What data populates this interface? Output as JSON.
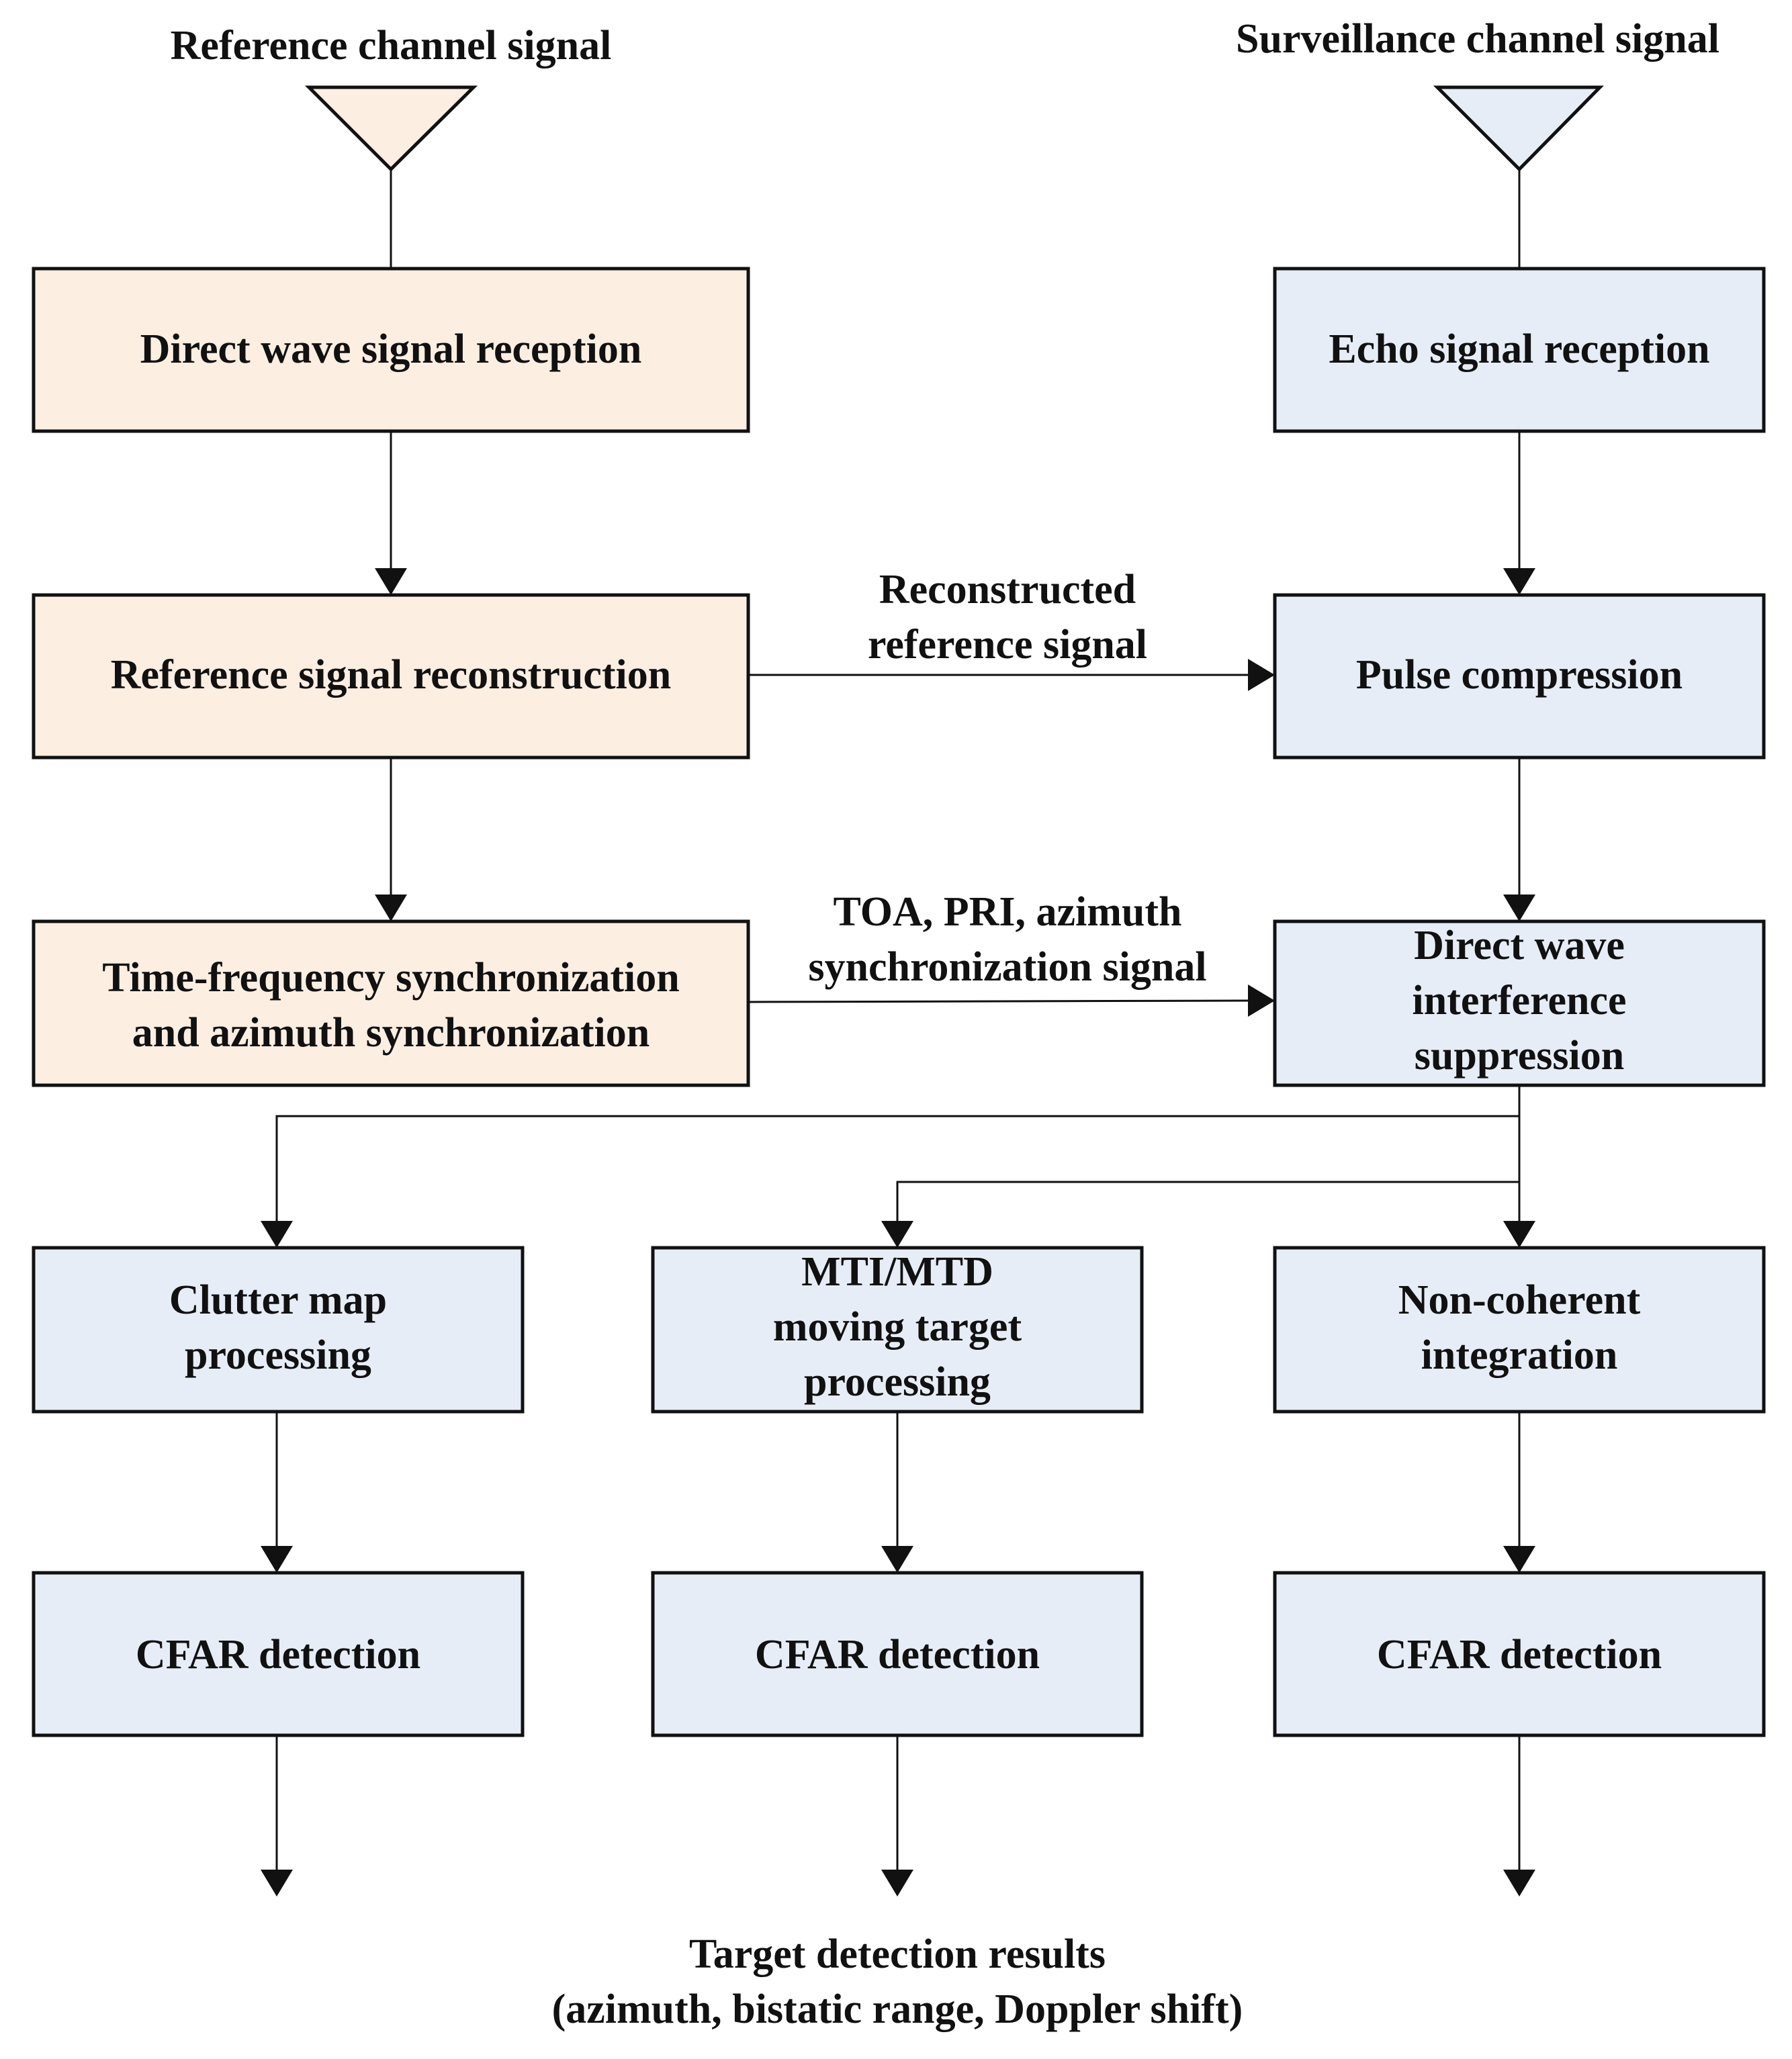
{
  "colors": {
    "reference_fill": "#fdeee2",
    "surveillance_fill": "#e7edf6",
    "stroke": "#111111"
  },
  "inputs": {
    "reference": "Reference channel signal",
    "surveillance": "Surveillance channel signal"
  },
  "reference_chain": {
    "direct_wave_reception": "Direct wave signal reception",
    "reference_reconstruction": "Reference signal reconstruction",
    "sync_line1": "Time-frequency synchronization",
    "sync_line2": "and azimuth synchronization"
  },
  "surveillance_chain": {
    "echo_reception": "Echo signal reception",
    "pulse_compression": "Pulse compression",
    "suppression_line1": "Direct wave",
    "suppression_line2": "interference",
    "suppression_line3": "suppression"
  },
  "edges": {
    "reconstructed_line1": "Reconstructed",
    "reconstructed_line2": "reference signal",
    "sync_signal_line1": "TOA, PRI, azimuth",
    "sync_signal_line2": "synchronization signal"
  },
  "branches": {
    "clutter_line1": "Clutter map",
    "clutter_line2": "processing",
    "mti_line1": "MTI/MTD",
    "mti_line2": "moving target",
    "mti_line3": "processing",
    "noncoherent_line1": "Non-coherent",
    "noncoherent_line2": "integration",
    "cfar": "CFAR detection"
  },
  "output": {
    "line1": "Target detection results",
    "line2": "(azimuth, bistatic range, Doppler shift)"
  }
}
